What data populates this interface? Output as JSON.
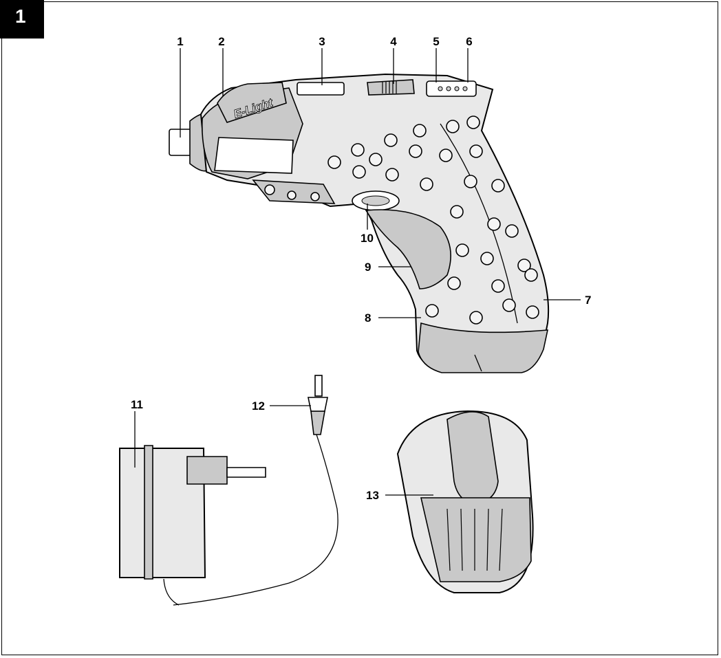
{
  "figure_number": "1",
  "brand_text": "E-Light",
  "callouts": [
    {
      "num": "1"
    },
    {
      "num": "2"
    },
    {
      "num": "3"
    },
    {
      "num": "4"
    },
    {
      "num": "5"
    },
    {
      "num": "6"
    },
    {
      "num": "7"
    },
    {
      "num": "8"
    },
    {
      "num": "9"
    },
    {
      "num": "10"
    },
    {
      "num": "11"
    },
    {
      "num": "12"
    },
    {
      "num": "13"
    }
  ]
}
